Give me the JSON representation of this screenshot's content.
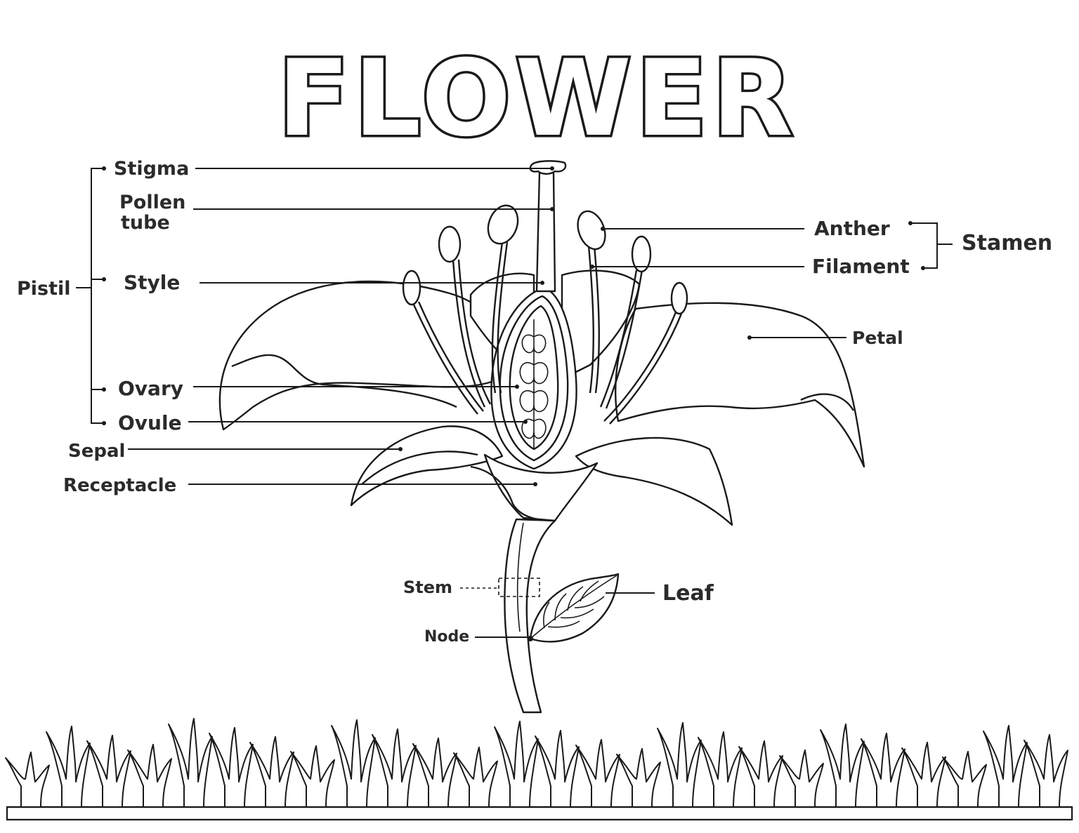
{
  "title": "FLOWER",
  "labels": {
    "stigma": "Stigma",
    "pollen_tube_line1": "Pollen",
    "pollen_tube_line2": "tube",
    "style": "Style",
    "pistil": "Pistil",
    "ovary": "Ovary",
    "ovule": "Ovule",
    "sepal": "Sepal",
    "receptacle": "Receptacle",
    "anther": "Anther",
    "filament": "Filament",
    "stamen": "Stamen",
    "petal": "Petal",
    "stem": "Stem",
    "leaf": "Leaf",
    "node": "Node"
  },
  "colors": {
    "line": "#1a1a1a",
    "text": "#2b2b2b",
    "background": "#ffffff"
  }
}
